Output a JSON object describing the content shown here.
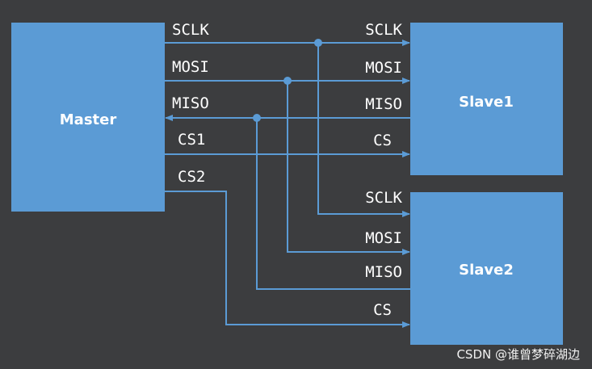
{
  "colors": {
    "background": "#3c3d3f",
    "block": "#5b9bd5",
    "wire": "#5b9bd5",
    "text": "#ffffff"
  },
  "master": {
    "label": "Master"
  },
  "slave1": {
    "label": "Slave1",
    "pins": {
      "sclk": "SCLK",
      "mosi": "MOSI",
      "miso": "MISO",
      "cs": "CS"
    }
  },
  "slave2": {
    "label": "Slave2",
    "pins": {
      "sclk": "SCLK",
      "mosi": "MOSI",
      "miso": "MISO",
      "cs": "CS"
    }
  },
  "master_signals": {
    "sclk": "SCLK",
    "mosi": "MOSI",
    "miso": "MISO",
    "cs1": "CS1",
    "cs2": "CS2"
  },
  "watermark": "CSDN @谁曾梦碎湖边"
}
